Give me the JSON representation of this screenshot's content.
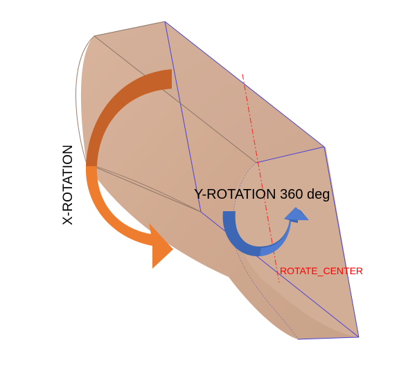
{
  "labels": {
    "x_rotation": "X-ROTATION",
    "y_rotation": "Y-ROTATION 360 deg",
    "rotate_center": "ROTATE_CENTER"
  },
  "colors": {
    "background": "#ffffff",
    "solid_face": "#d2ac95",
    "solid_face_light": "#dcbca6",
    "solid_face_dark": "#c49d85",
    "edge_line": "#4a43d6",
    "x_arrow": "#ef7d2f",
    "x_arrow_dark": "#c4622a",
    "y_arrow": "#3d66b4",
    "y_arrow_light": "#4f7cd1",
    "center_line": "#ff2020",
    "rotate_center_text": "#ff0000"
  },
  "icons": {
    "x_rotation_arrow": "curved-arrow-icon",
    "y_rotation_arrow": "u-turn-arrow-icon"
  }
}
